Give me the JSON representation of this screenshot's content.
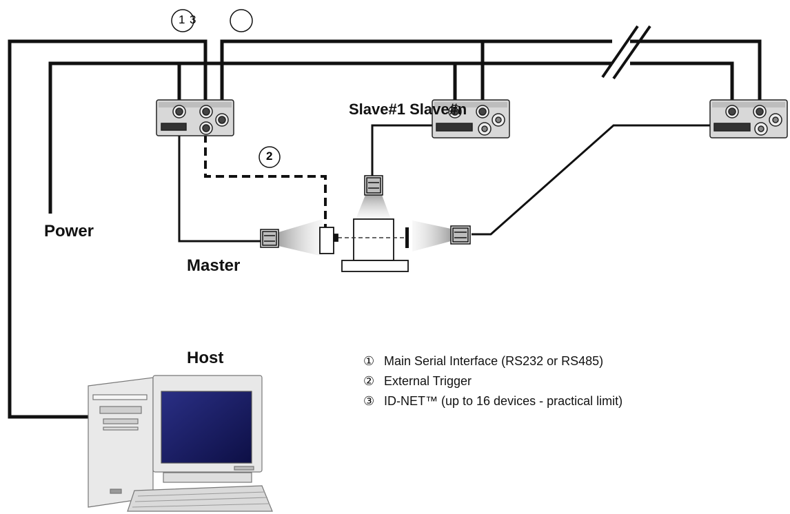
{
  "labels": {
    "power": "Power",
    "master": "Master",
    "host": "Host",
    "slave_header": "Slave#1 Slave#n"
  },
  "circle_markers": {
    "top_left_num": "1",
    "top_left_trailing": "3",
    "top_right_empty": "",
    "trigger": "2"
  },
  "legend": [
    {
      "symbol": "①",
      "text": "Main Serial Interface (RS232 or RS485)"
    },
    {
      "symbol": "②",
      "text": "External Trigger"
    },
    {
      "symbol": "③",
      "text": "ID-NET™ (up to 16 devices - practical limit)"
    }
  ],
  "colors": {
    "cable": "#111111",
    "device_body": "#d9d9d9",
    "screen": "#1c1f66"
  }
}
